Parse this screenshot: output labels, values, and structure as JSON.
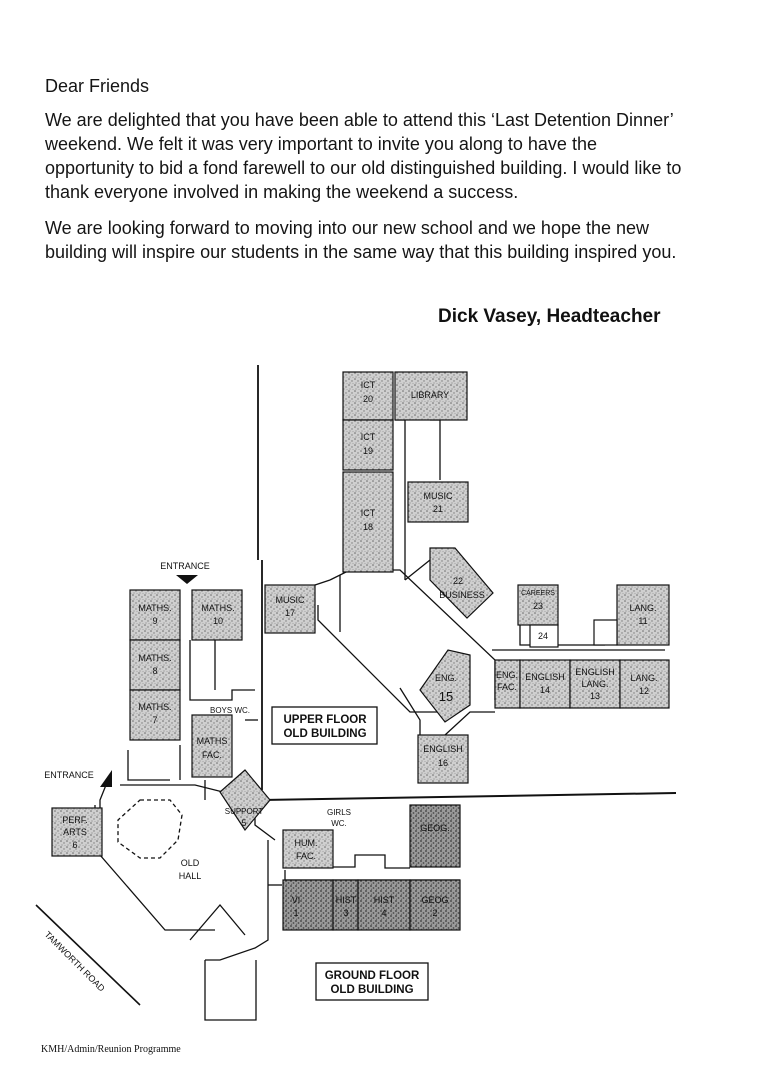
{
  "letter": {
    "salutation": "Dear Friends",
    "paragraph_1": "We are delighted that you have been able to attend this ‘Last Detention Dinner’ weekend. We felt it was very important to invite you along to have the opportunity to bid a fond farewell to our old distinguished building. I would like to thank everyone involved in making the weekend a success.",
    "paragraph_2": "We are looking forward to moving into our new school and we hope the new building will inspire our students in the same way that this building inspired you.",
    "signature": "Dick Vasey, Headteacher"
  },
  "plan": {
    "entrance_top": "ENTRANCE",
    "entrance_left": "ENTRANCE",
    "upper_label_1": "UPPER FLOOR",
    "upper_label_2": "OLD BUILDING",
    "ground_label_1": "GROUND FLOOR",
    "ground_label_2": "OLD BUILDING",
    "road": "TAMWORTH ROAD",
    "rooms": {
      "ict20_1": "ICT",
      "ict20_2": "20",
      "library": "LIBRARY",
      "ict19_1": "ICT",
      "ict19_2": "19",
      "ict18_1": "ICT",
      "ict18_2": "18",
      "music21_1": "MUSIC",
      "music21_2": "21",
      "business_1": "22",
      "business_2": "BUSINESS",
      "careers_1": "CAREERS",
      "careers_2": "23",
      "room24": "24",
      "lang11_1": "LANG.",
      "lang11_2": "11",
      "music17_1": "MUSIC",
      "music17_2": "17",
      "maths9_1": "MATHS.",
      "maths9_2": "9",
      "maths10_1": "MATHS.",
      "maths10_2": "10",
      "maths8_1": "MATHS.",
      "maths8_2": "8",
      "maths7_1": "MATHS.",
      "maths7_2": "7",
      "boys_wc": "BOYS WC.",
      "maths_fac_1": "MATHS",
      "maths_fac_2": "FAC.",
      "eng15_1": "ENG.",
      "eng15_2": "15",
      "eng_fac_1": "ENG.",
      "eng_fac_2": "FAC.",
      "english14_1": "ENGLISH",
      "english14_2": "14",
      "english_lang13_1": "ENGLISH",
      "english_lang13_2": "LANG.",
      "english_lang13_3": "13",
      "lang12_1": "LANG.",
      "lang12_2": "12",
      "english16_1": "ENGLISH",
      "english16_2": "16",
      "perf_arts_1": "PERF.",
      "perf_arts_2": "ARTS",
      "perf_arts_3": "6",
      "support5_1": "SUPPORT",
      "support5_2": "5",
      "girls_wc_1": "GIRLS",
      "girls_wc_2": "WC.",
      "geog_3": "GEOG.",
      "hum_fac_1": "HUM.",
      "hum_fac_2": "FAC.",
      "old_hall_1": "OLD",
      "old_hall_2": "HALL",
      "r1_1": "VI",
      "r1_2": "1",
      "r4_1": "HIST",
      "r4_2": "4",
      "r3_1": "HIST",
      "r3_2": "3",
      "r2_1": "GEOG",
      "r2_2": "2"
    }
  },
  "footer": "KMH/Admin/Reunion Programme"
}
